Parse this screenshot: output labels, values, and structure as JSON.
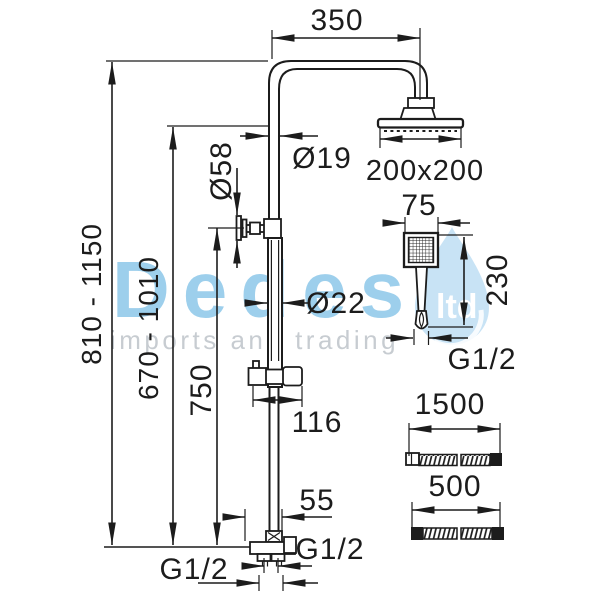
{
  "watermark": {
    "brand": "Dedes",
    "abbrev": "ltd",
    "tagline": "imports and trading"
  },
  "colors": {
    "line": "#1c1c1c",
    "brand_blue": "#9dcfec",
    "drop_blue": "#c8e3f5",
    "tagline_gray": "#c7ccd1",
    "abbrev_white": "#ffffff"
  },
  "dimensions": {
    "arm_length": "350",
    "upper_pipe_diameter": "Ø19",
    "head_size": "200x200",
    "wall_bracket_diameter": "Ø58",
    "hand_shower_width": "75",
    "hand_shower_length": "230",
    "hand_shower_thread": "G1/2",
    "total_height_range": "810 - 1150",
    "column_height_range": "670 - 1010",
    "bracket_height": "750",
    "lower_pipe_diameter": "Ø22",
    "holder_length": "116",
    "long_hose_length": "1500",
    "short_hose_length": "500",
    "valve_offset": "55",
    "valve_side_thread": "G1/2",
    "valve_bottom_thread": "G1/2"
  }
}
